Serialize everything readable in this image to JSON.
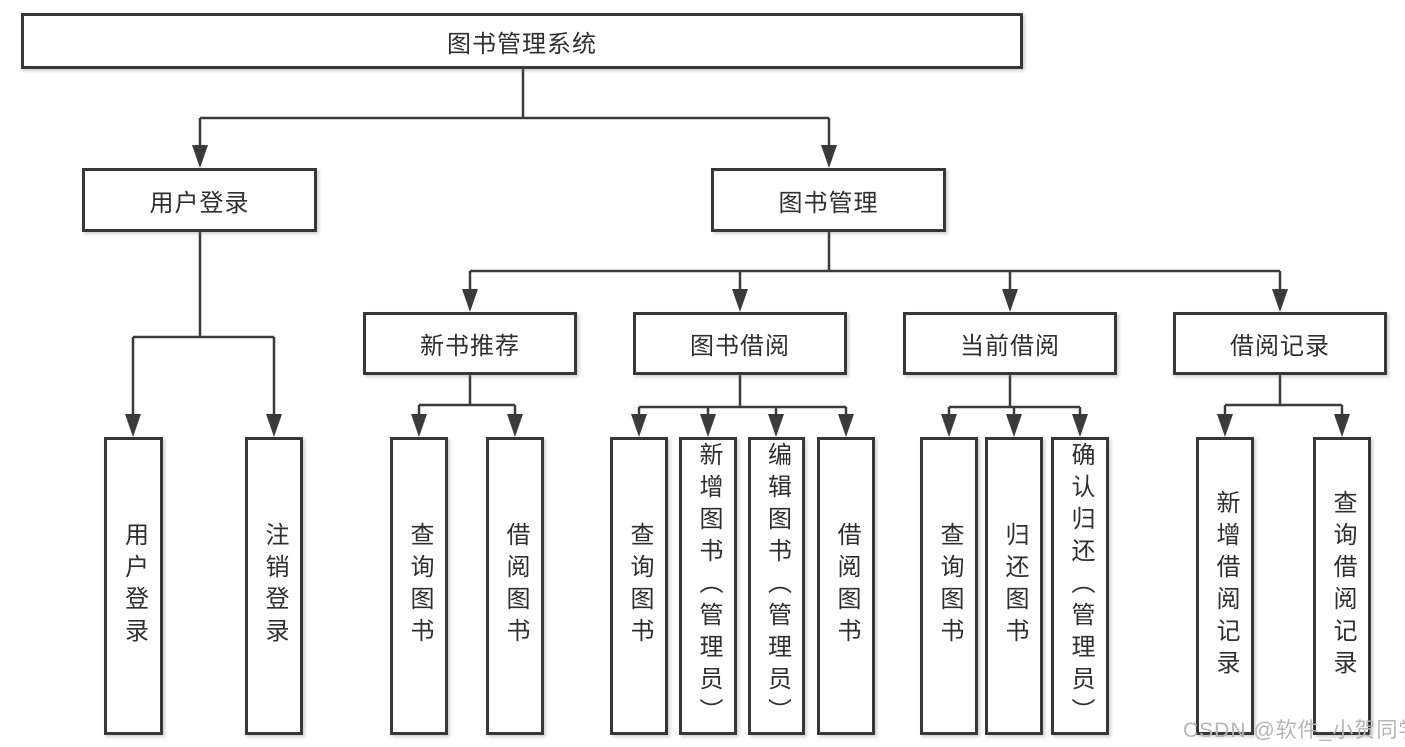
{
  "diagram_title": "图书管理系统",
  "colors": {
    "line": "#3a3a3a",
    "box_border": "#373737",
    "text": "#2f2f2f",
    "background": "#ffffff",
    "watermark": "#b5b5b5"
  },
  "tree": {
    "label": "图书管理系统",
    "children": [
      {
        "label": "用户登录",
        "children": [
          {
            "label": "用户登录"
          },
          {
            "label": "注销登录"
          }
        ]
      },
      {
        "label": "图书管理",
        "children": [
          {
            "label": "新书推荐",
            "children": [
              {
                "label": "查询图书"
              },
              {
                "label": "借阅图书"
              }
            ]
          },
          {
            "label": "图书借阅",
            "children": [
              {
                "label": "查询图书"
              },
              {
                "label": "新增图书（管理员）"
              },
              {
                "label": "编辑图书（管理员）"
              },
              {
                "label": "借阅图书"
              }
            ]
          },
          {
            "label": "当前借阅",
            "children": [
              {
                "label": "查询图书"
              },
              {
                "label": "归还图书"
              },
              {
                "label": "确认归还（管理员）"
              }
            ]
          },
          {
            "label": "借阅记录",
            "children": [
              {
                "label": "新增借阅记录"
              },
              {
                "label": "查询借阅记录"
              }
            ]
          }
        ]
      }
    ]
  },
  "watermark": {
    "text": "CSDN @软件_小贺同学"
  }
}
